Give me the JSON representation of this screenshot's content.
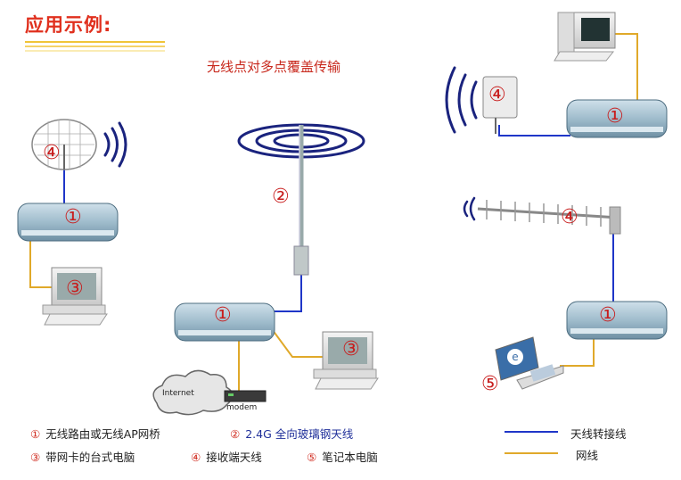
{
  "header": {
    "title": "应用示例:",
    "subtitle": "无线点对多点覆盖传输"
  },
  "markers": {
    "router": "①",
    "omni_antenna": "②",
    "desktop": "③",
    "receive_antenna": "④",
    "laptop": "⑤"
  },
  "device_labels": {
    "internet": "Internet",
    "modem": "modem"
  },
  "legend": {
    "items": [
      {
        "num": "①",
        "text": "无线路由或无线AP网桥"
      },
      {
        "num": "②",
        "text": "2.4G  全向玻璃钢天线"
      },
      {
        "num": "③",
        "text": "带网卡的台式电脑"
      },
      {
        "num": "④",
        "text": "接收端天线"
      },
      {
        "num": "⑤",
        "text": "笔记本电脑"
      }
    ],
    "lines": [
      {
        "text": "天线转接线",
        "color": "#1f36c8"
      },
      {
        "text": "网线",
        "color": "#e0a92a"
      }
    ]
  },
  "colors": {
    "title": "#e0301e",
    "antenna_cable": "#1f36c8",
    "network_cable": "#e0a92a",
    "marker": "#c81e1e",
    "router_body": "#a7c3d3"
  }
}
